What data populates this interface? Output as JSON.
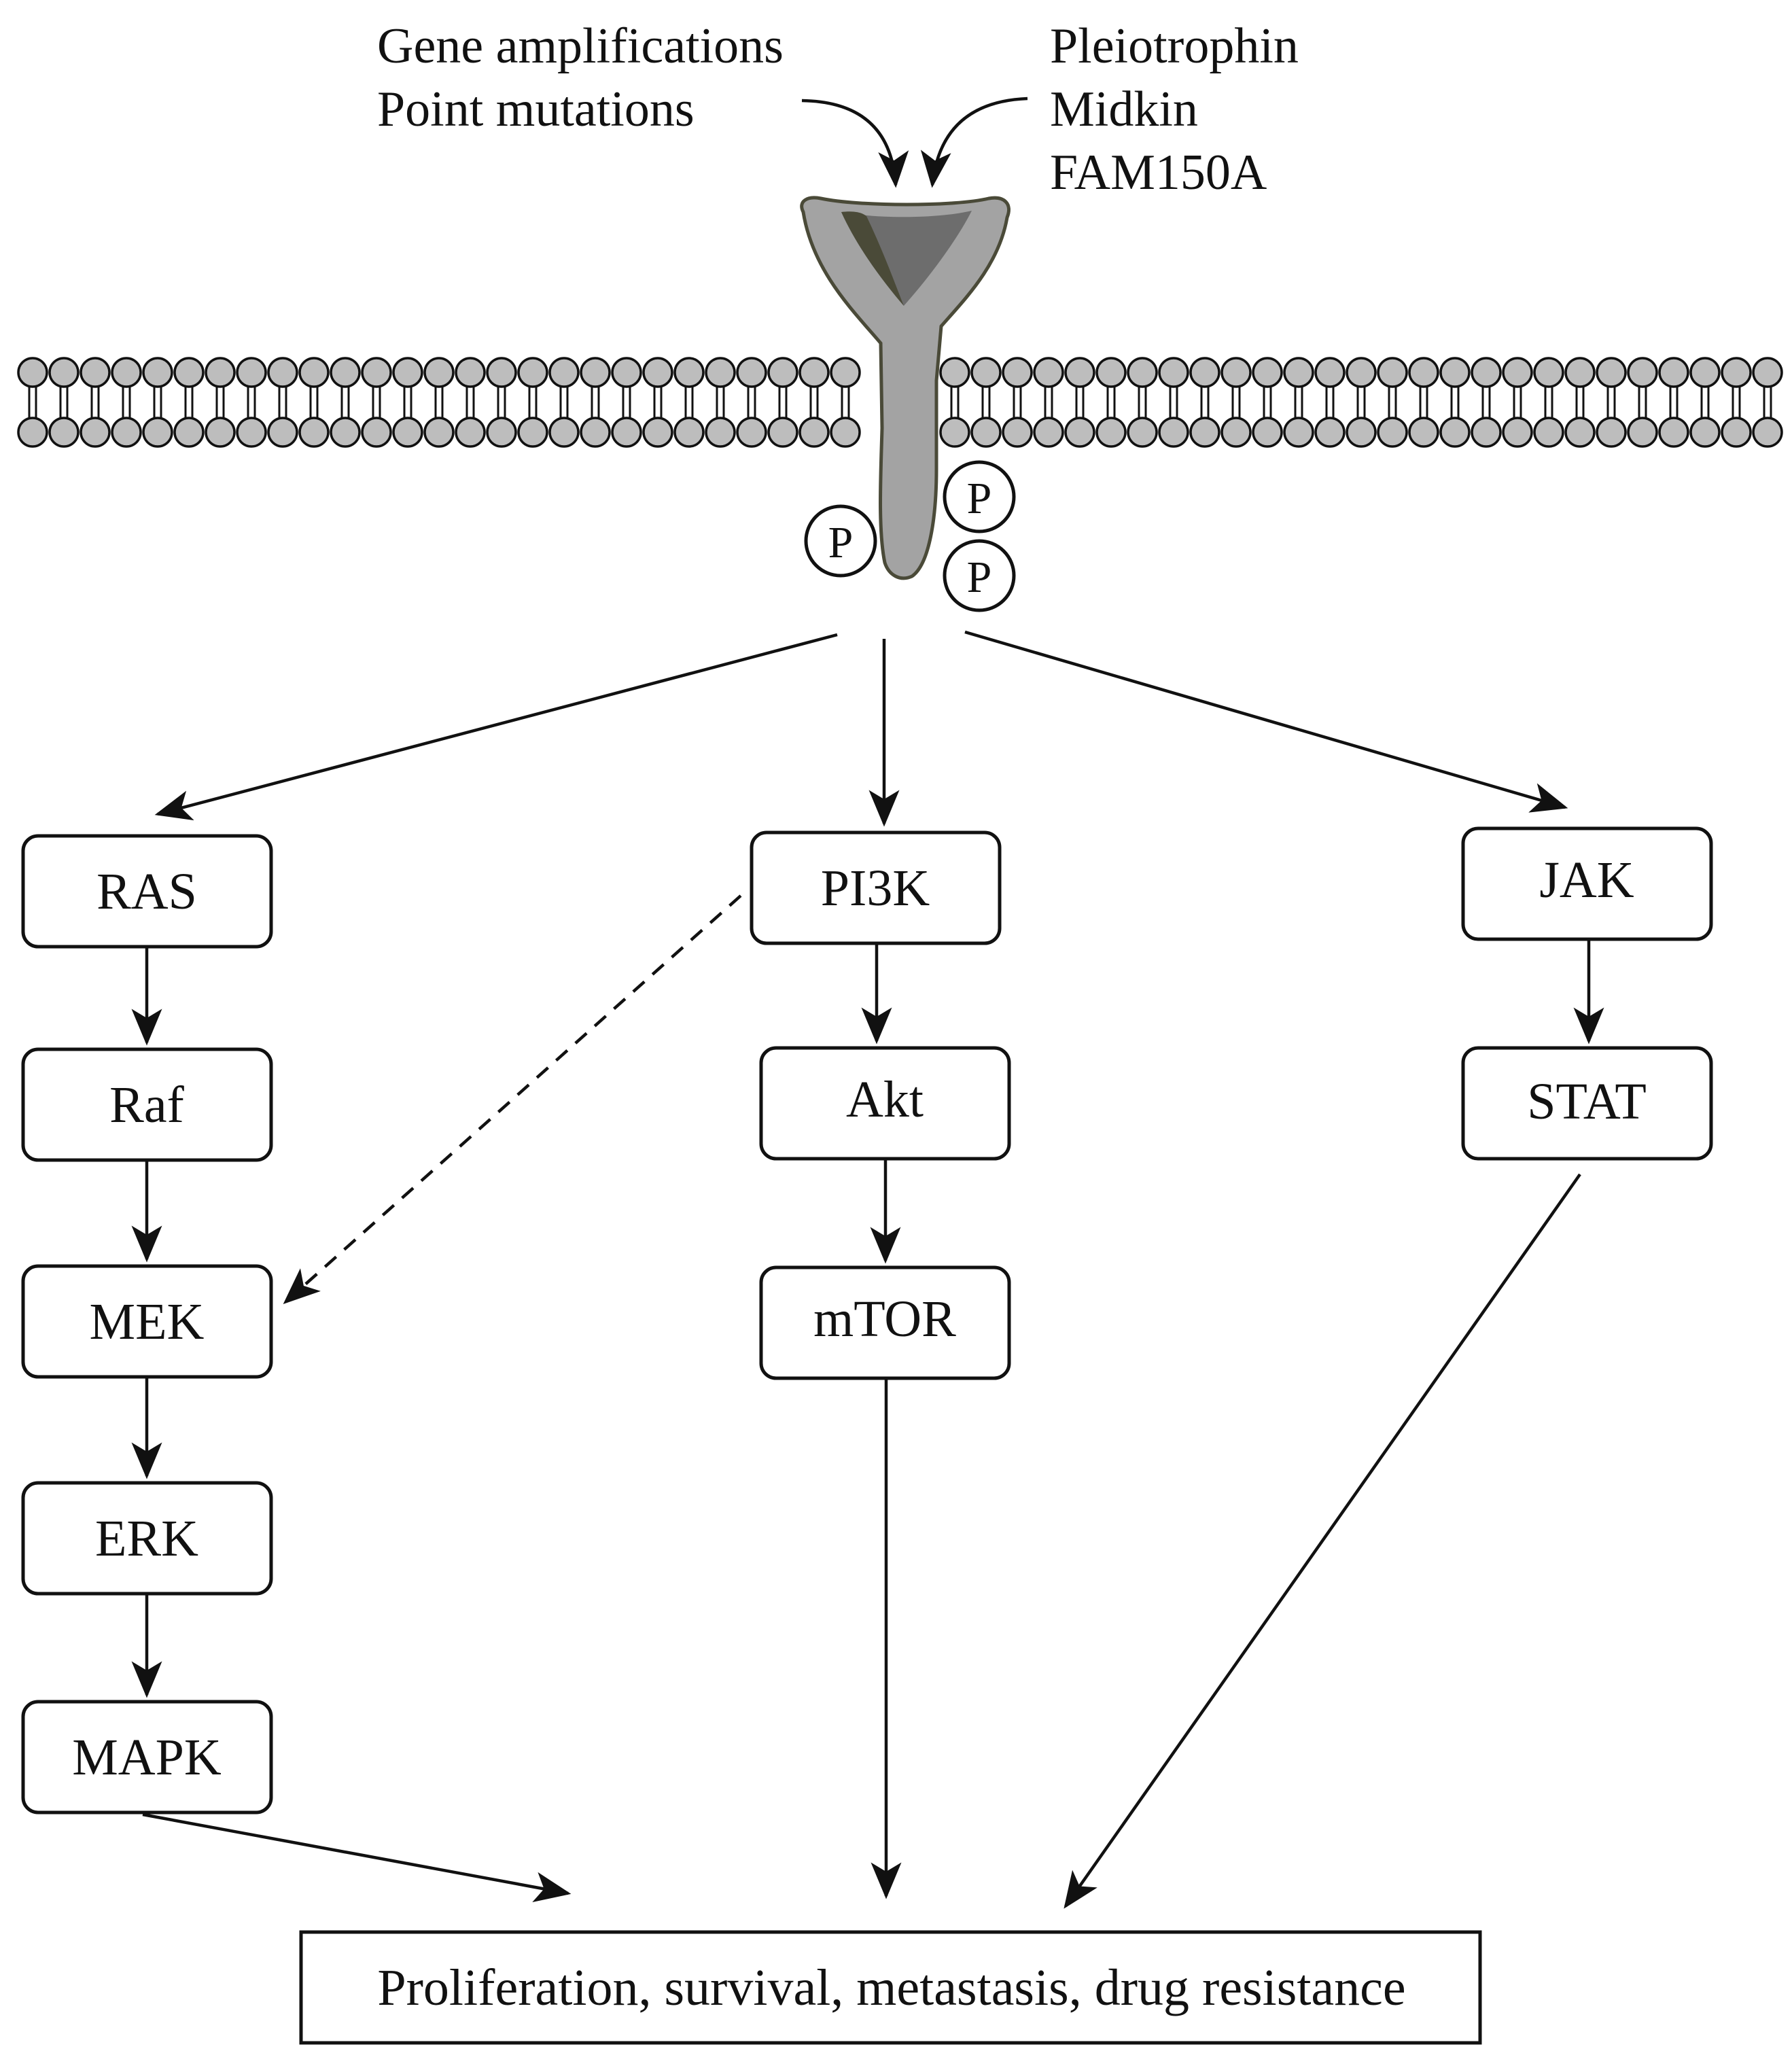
{
  "stimuli": {
    "genetic": [
      "Gene amplifications",
      "Point mutations"
    ],
    "ligands": [
      "Pleiotrophin",
      "Midkin",
      "FAM150A"
    ]
  },
  "receptor": {
    "phospho_label": "P",
    "fill_color": "#a3a3a3",
    "pocket_color": "#6d6d6d",
    "outline_color": "#4a4a38"
  },
  "membrane": {
    "head_color": "#bdbdbd"
  },
  "pathways": {
    "ras_branch": [
      "RAS",
      "Raf",
      "MEK",
      "ERK",
      "MAPK"
    ],
    "pi3k_branch": [
      "PI3K",
      "Akt",
      "mTOR"
    ],
    "jak_branch": [
      "JAK",
      "STAT"
    ]
  },
  "outcome": {
    "label": "Proliferation, survival, metastasis, drug resistance"
  }
}
